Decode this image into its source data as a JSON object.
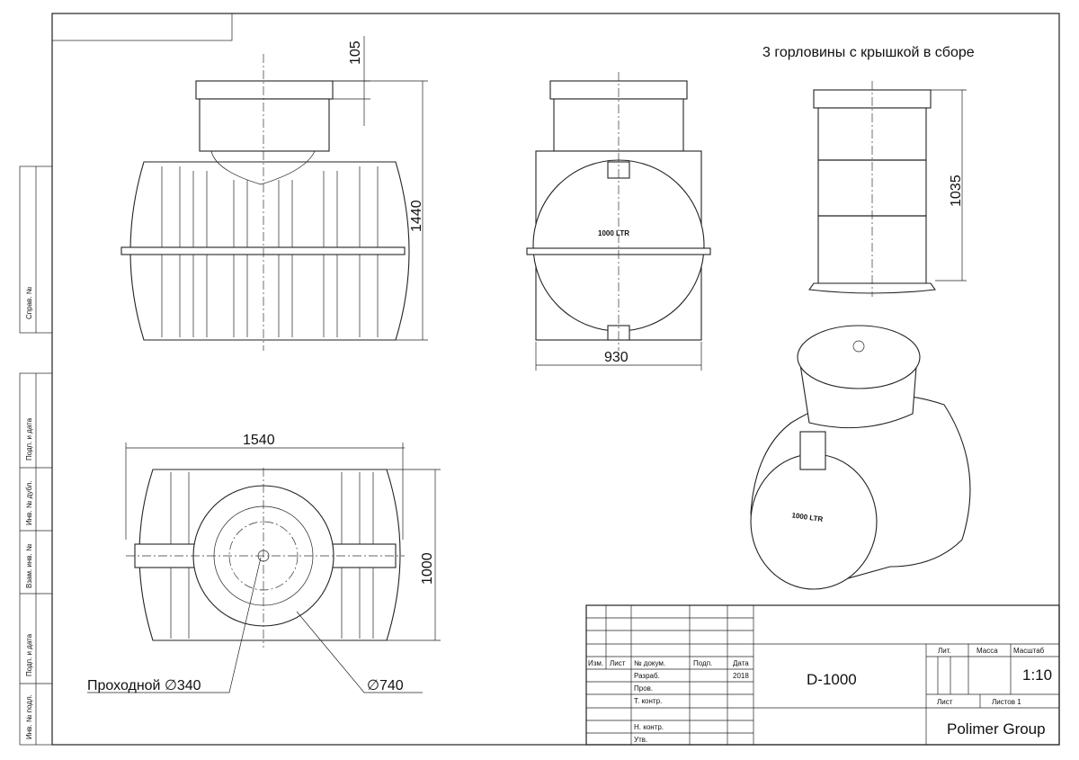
{
  "drawing": {
    "note": "3 горловины с крышкой в сборе",
    "dimensions": {
      "neck_height": "105",
      "total_height": "1440",
      "width_side": "930",
      "assembly_height": "1035",
      "length": "1540",
      "width_top": "1000",
      "passage_diameter": "Проходной ∅340",
      "outer_diameter": "∅740"
    },
    "tank_label": "1000 LTR",
    "tank_label_iso": "1000 LTR"
  },
  "left_margin": [
    "Справ. №",
    "Подп. и дата",
    "Инв. № дубл.",
    "Взам. инв. №",
    "Подп. и дата",
    "Инв. № подл."
  ],
  "title_block": {
    "headers": [
      "Изм.",
      "Лист",
      "№ докум.",
      "Подп.",
      "Дата"
    ],
    "roles": [
      "Разраб.",
      "Пров.",
      "Т. контр.",
      "",
      "Н. контр.",
      "Утв."
    ],
    "year": "2018",
    "designation": "D-1000",
    "lit_label": "Лит.",
    "mass_label": "Масса",
    "scale_label": "Масштаб",
    "scale": "1:10",
    "sheet_label": "Лист",
    "sheets_label": "Листов 1",
    "company": "Polimer Group"
  }
}
